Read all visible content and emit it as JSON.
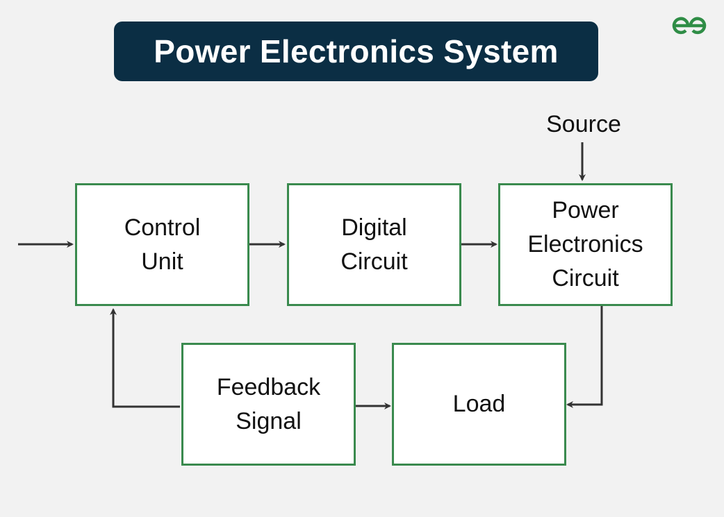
{
  "title": "Power Electronics System",
  "logo": {
    "icon": "geeksforgeeks-logo-icon",
    "color": "#2f8d46"
  },
  "colors": {
    "banner": "#0b2e44",
    "block_border": "#3a8a4e",
    "arrow": "#333333",
    "background": "#f2f2f2"
  },
  "source_label": "Source",
  "blocks": {
    "control_unit": "Control\nUnit",
    "digital_circuit": "Digital\nCircuit",
    "power_electronics_circuit": "Power\nElectronics\nCircuit",
    "feedback_signal": "Feedback\nSignal",
    "load": "Load"
  },
  "connections": [
    {
      "from": "input",
      "to": "Control Unit"
    },
    {
      "from": "Control Unit",
      "to": "Digital Circuit"
    },
    {
      "from": "Digital Circuit",
      "to": "Power Electronics Circuit"
    },
    {
      "from": "Source",
      "to": "Power Electronics Circuit"
    },
    {
      "from": "Power Electronics Circuit",
      "to": "Load"
    },
    {
      "from": "Feedback Signal",
      "to": "Load"
    },
    {
      "from": "Feedback Signal",
      "to": "Control Unit"
    }
  ]
}
